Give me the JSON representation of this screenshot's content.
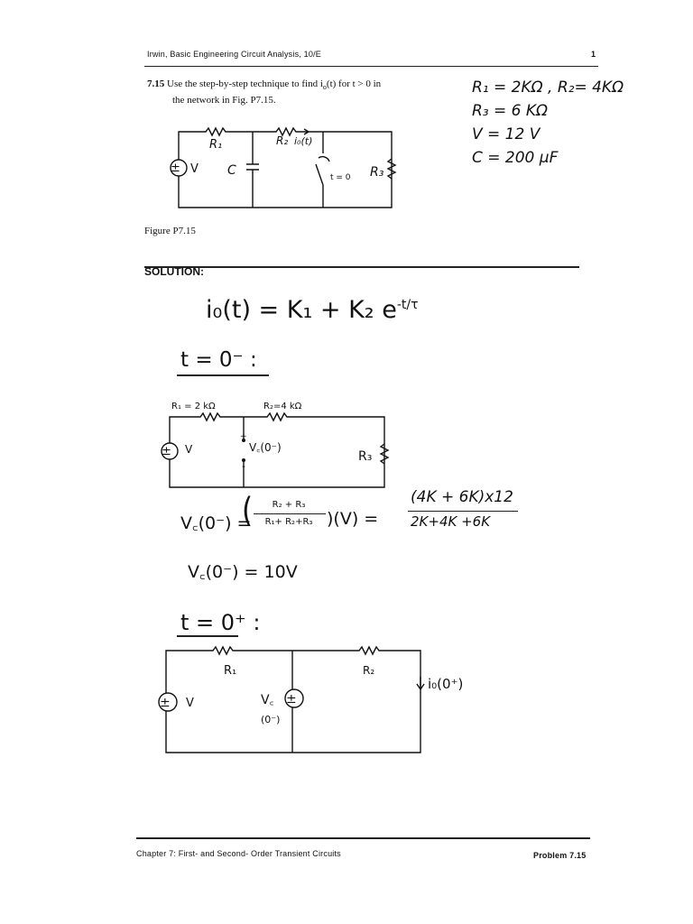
{
  "header": {
    "book": "Irwin, Basic Engineering Circuit Analysis, 10/E",
    "page": "1"
  },
  "problem": {
    "number": "7.15",
    "line1": "Use the step-by-step technique to find i",
    "sub": "o",
    "line1b": "(t) for t > 0 in",
    "line2": "the network in Fig. P7.15.",
    "figure": "Figure P7.15"
  },
  "given": {
    "r1r2": "R₁ = 2KΩ , R₂= 4KΩ",
    "r3": "R₃ = 6 KΩ",
    "v": "V = 12 V",
    "c": "C = 200 μF"
  },
  "fig1": {
    "r1": "R₁",
    "r2": "R₂",
    "io": "i₀(t)",
    "v": "V",
    "c": "C",
    "switch": "t = 0",
    "r3": "R₃",
    "src": "±"
  },
  "solution": {
    "label": "SOLUTION:",
    "eq_main": "i₀(t) = K₁ + K₂ e",
    "eq_exp": "-t/τ",
    "t0minus": "t = 0⁻ :",
    "t0plus": "t = 0⁺ :"
  },
  "fig2": {
    "r1": "R₁ = 2 kΩ",
    "r2": "R₂=4 kΩ",
    "v": "V",
    "vc": "V꜀(0⁻)",
    "plus": "+",
    "minus": "-",
    "r3": "R₃",
    "src": "±"
  },
  "calc": {
    "lhs": "V꜀(0⁻) =",
    "num": "R₂ + R₃",
    "den": "R₁+ R₂+R₃",
    "mult": ")(V) =",
    "rnum": "(4K + 6K)x12",
    "rden": "2K+4K +6K",
    "result": "V꜀(0⁻) = 10V"
  },
  "fig3": {
    "r1": "R₁",
    "r2": "R₂",
    "v": "V",
    "vc": "V꜀",
    "vc2": "(0⁻)",
    "io": "i₀(0⁺)",
    "src": "±"
  },
  "footer": {
    "chapter": "Chapter 7: First- and Second- Order Transient Circuits",
    "problem": "Problem 7.15"
  }
}
